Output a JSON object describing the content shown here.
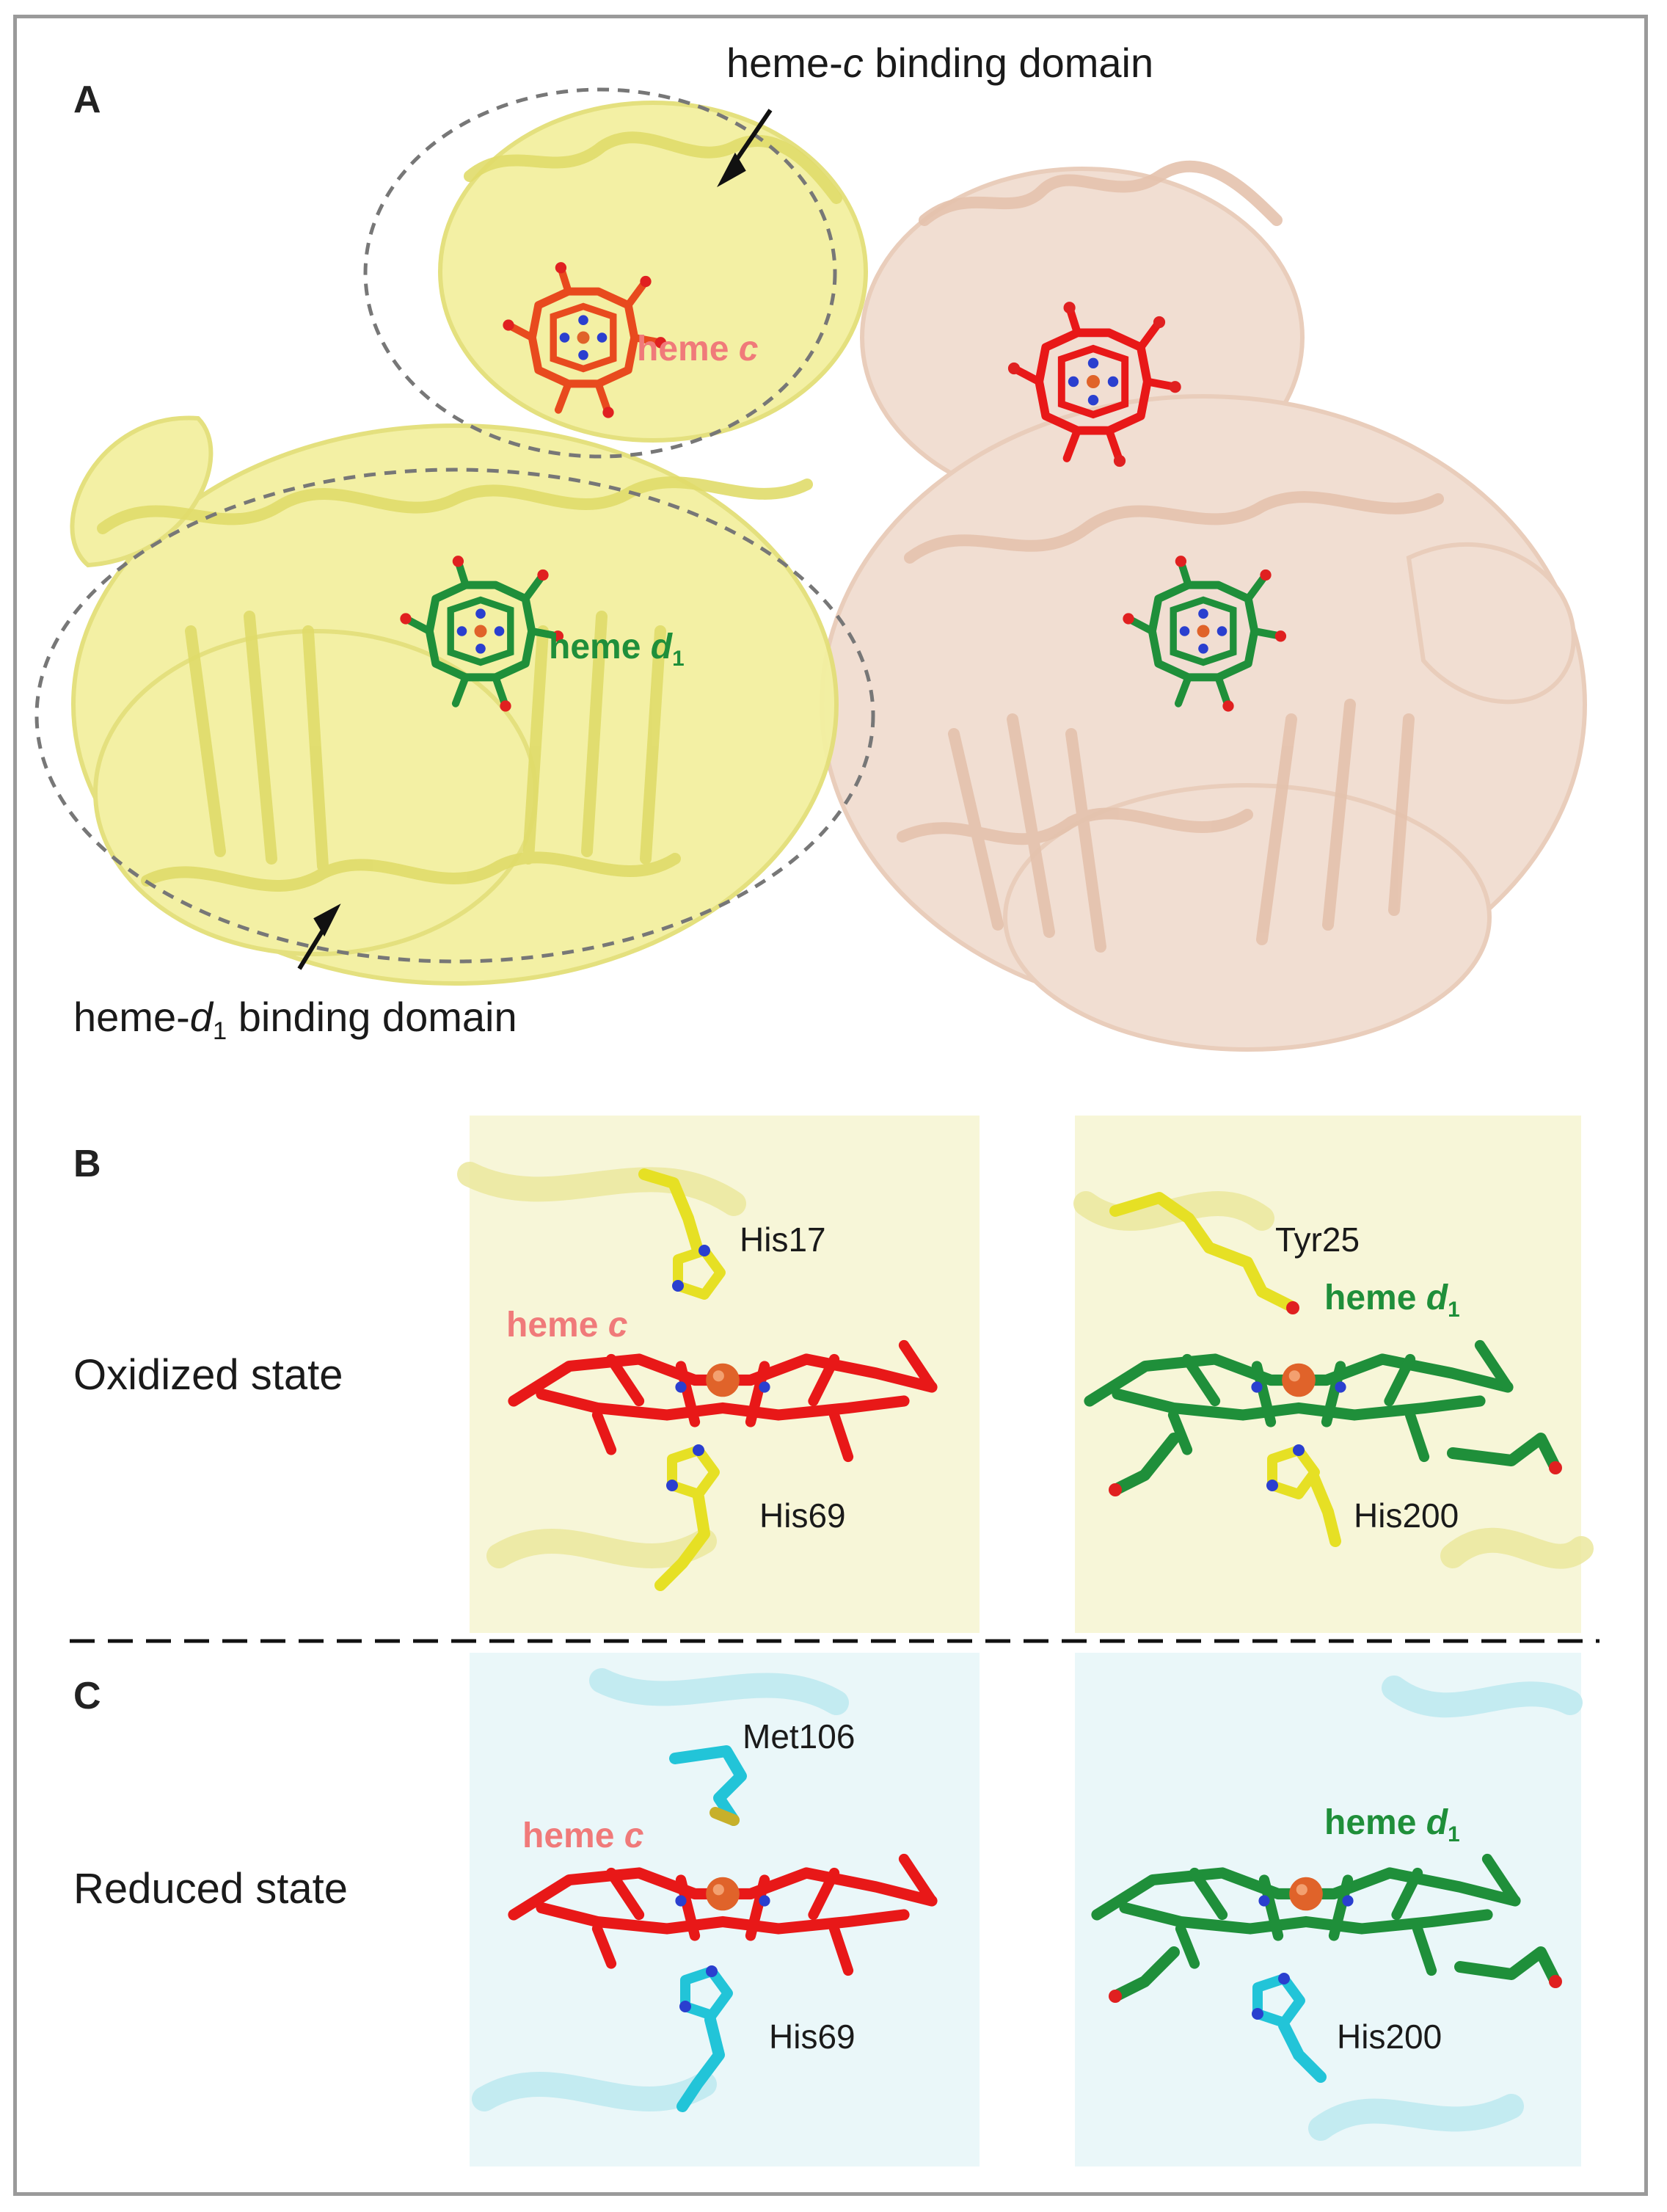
{
  "panels": {
    "a": {
      "letter": "A",
      "heme_c_domain_label_pre": "heme-",
      "heme_c_domain_label_italic": "c",
      "heme_c_domain_label_post": " binding domain",
      "heme_d1_domain_label_pre": "heme-",
      "heme_d1_domain_label_italic": "d",
      "heme_d1_domain_label_sub": "1",
      "heme_d1_domain_label_post": " binding domain",
      "heme_c_label": "heme ",
      "heme_c_label_italic": "c",
      "heme_d1_label": "heme ",
      "heme_d1_label_italic": "d",
      "heme_d1_label_sub": "1"
    },
    "b": {
      "letter": "B",
      "state": "Oxidized state",
      "heme_c_label": "heme ",
      "heme_c_label_italic": "c",
      "heme_d1_label": "heme ",
      "heme_d1_label_italic": "d",
      "heme_d1_label_sub": "1",
      "residues": {
        "top_left": "His17",
        "bottom_left": "His69",
        "top_right": "Tyr25",
        "bottom_right": "His200"
      }
    },
    "c": {
      "letter": "C",
      "state": "Reduced state",
      "heme_c_label": "heme ",
      "heme_c_label_italic": "c",
      "heme_d1_label": "heme ",
      "heme_d1_label_italic": "d",
      "heme_d1_label_sub": "1",
      "residues": {
        "top_left": "Met106",
        "bottom_left": "His69",
        "bottom_right": "His200"
      }
    }
  },
  "colors": {
    "protein_yellow": "#f3f0a0",
    "protein_peach": "#f1ddd0",
    "protein_cyan": "#bfe9ef",
    "heme_c": "#e81818",
    "heme_c_label": "#f07a7a",
    "heme_d1": "#1f8f3a",
    "iron": "#e0632a",
    "nitrogen": "#2a3fcf",
    "oxygen": "#e02020",
    "ligand_yellow": "#e6e024",
    "ligand_cyan": "#22c4d8"
  }
}
